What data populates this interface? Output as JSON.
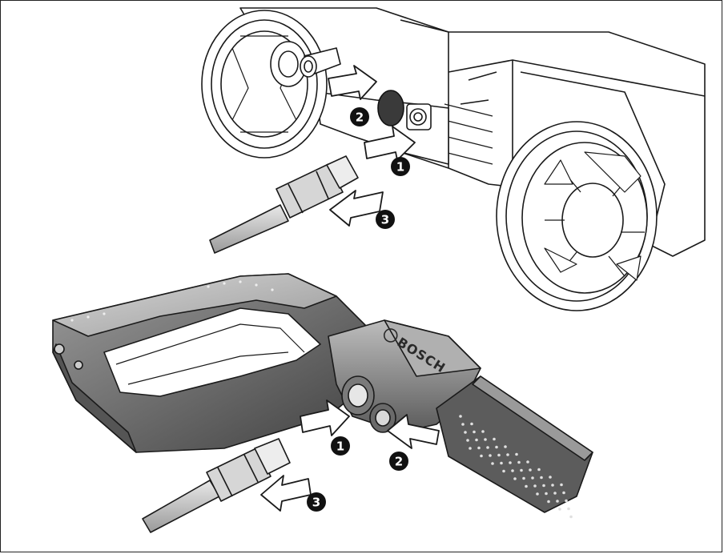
{
  "figure": {
    "brand_text": "BOSCH",
    "step_badges": {
      "top_step_1": "1",
      "top_step_2": "2",
      "top_step_3": "3",
      "bottom_step_1": "1",
      "bottom_step_2": "2",
      "bottom_step_3": "3"
    },
    "colors": {
      "line": "#1a1a1a",
      "gun_dark": "#4a4a4a",
      "gun_mid": "#8a8a8a",
      "gun_light": "#c8c8c8",
      "badge": "#111111"
    }
  }
}
